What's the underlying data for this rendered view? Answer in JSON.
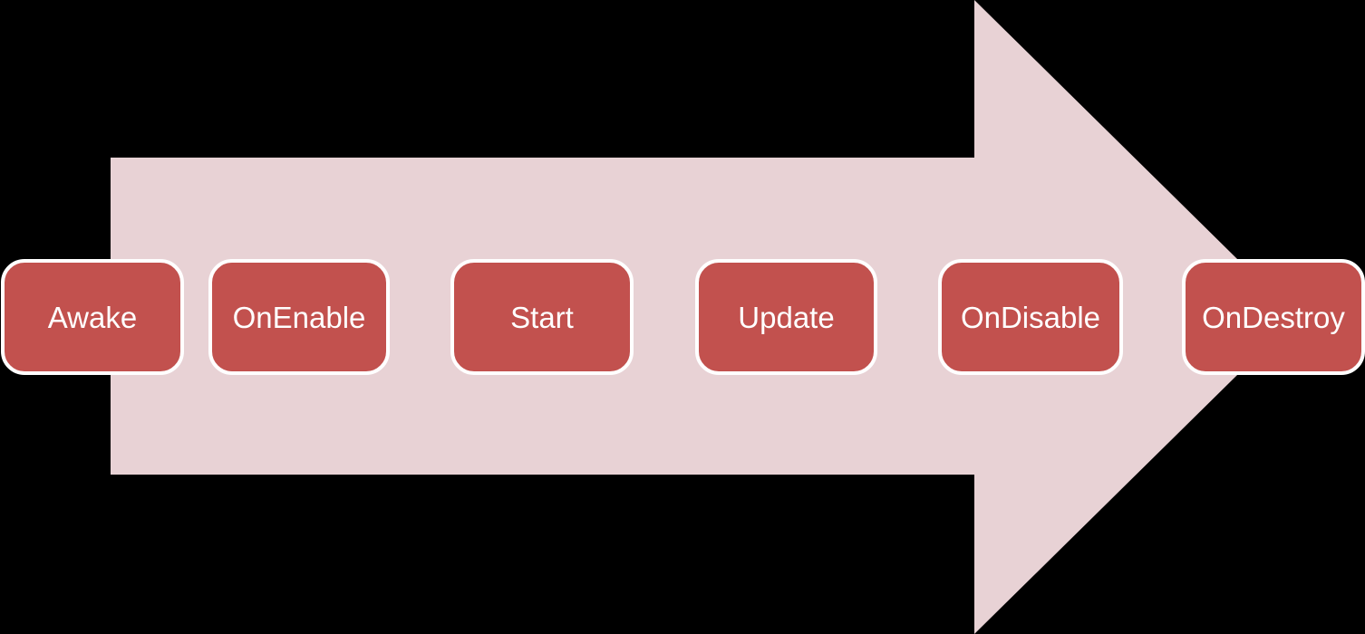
{
  "diagram": {
    "type": "horizontal-flow-arrow",
    "steps": [
      {
        "label": "Awake"
      },
      {
        "label": "OnEnable"
      },
      {
        "label": "Start"
      },
      {
        "label": "Update"
      },
      {
        "label": "OnDisable"
      },
      {
        "label": "OnDestroy"
      }
    ]
  },
  "colors": {
    "background": "#000000",
    "arrow_fill": "#e8d2d5",
    "box_fill": "#c2514e",
    "box_border": "#ffffff",
    "box_text": "#ffffff"
  }
}
